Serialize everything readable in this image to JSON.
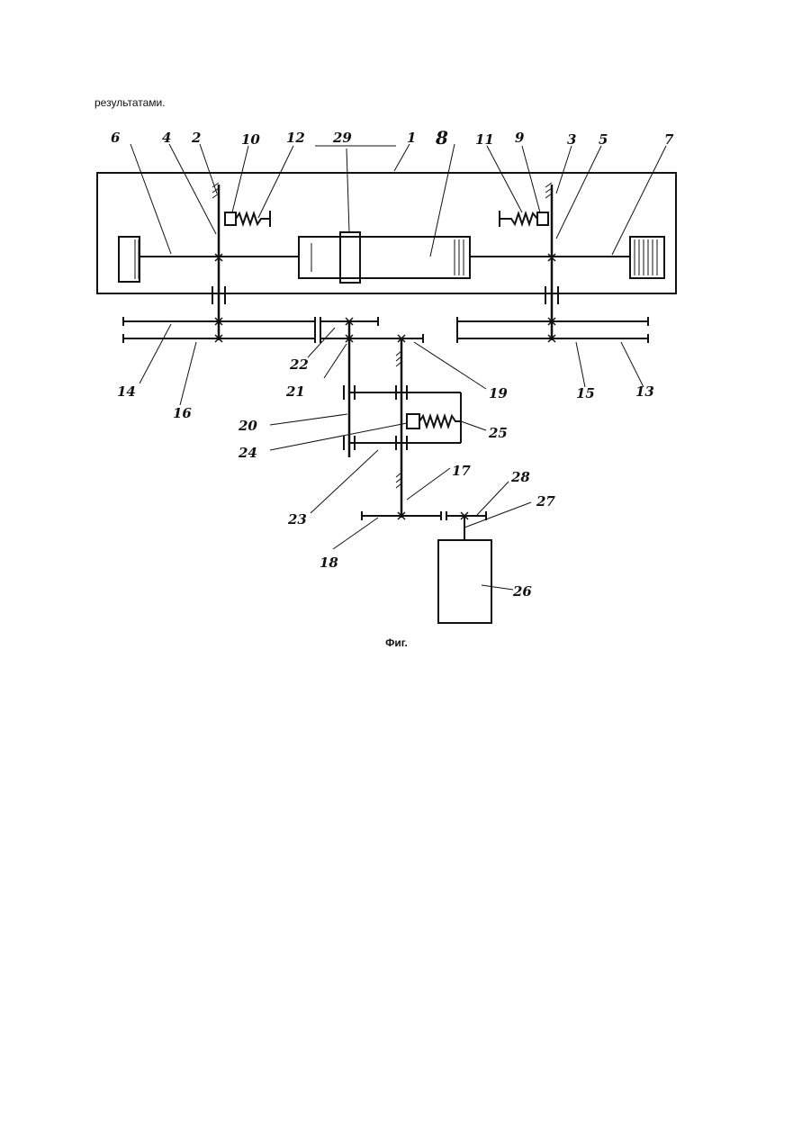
{
  "header_text": "результатами.",
  "caption": "Фиг.",
  "labels": {
    "l1": "1",
    "l2": "2",
    "l3": "3",
    "l4": "4",
    "l5": "5",
    "l6": "6",
    "l7": "7",
    "l8": "8",
    "l9": "9",
    "l10": "10",
    "l11": "11",
    "l12": "12",
    "l13": "13",
    "l14": "14",
    "l15": "15",
    "l16": "16",
    "l17": "17",
    "l18": "18",
    "l19": "19",
    "l20": "20",
    "l21": "21",
    "l22": "22",
    "l23": "23",
    "l24": "24",
    "l25": "25",
    "l26": "26",
    "l27": "27",
    "l28": "28",
    "l29": "29"
  }
}
